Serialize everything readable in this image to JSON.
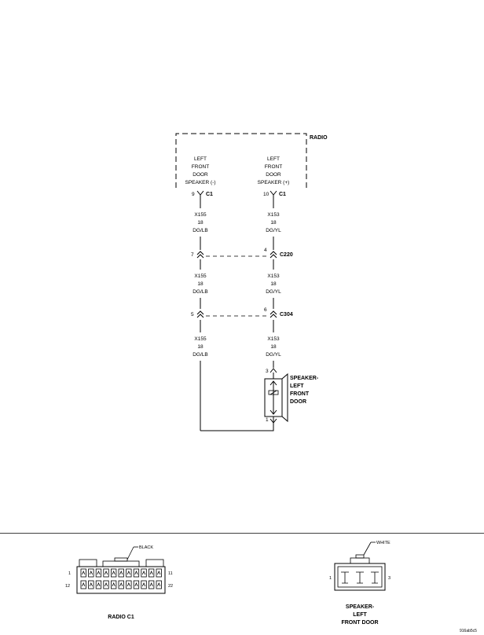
{
  "radio": {
    "label": "RADIO",
    "connector": "C1",
    "neg_label": [
      "LEFT",
      "FRONT",
      "DOOR",
      "SPEAKER (-)"
    ],
    "pos_label": [
      "LEFT",
      "FRONT",
      "DOOR",
      "SPEAKER (+)"
    ],
    "neg_pin": "9",
    "pos_pin": "10"
  },
  "wires": {
    "neg": [
      "X155",
      "18",
      "DG/LB"
    ],
    "pos": [
      "X153",
      "18",
      "DG/YL"
    ]
  },
  "c220": {
    "name": "C220",
    "neg_pin": "7",
    "pos_pin": "4"
  },
  "c304": {
    "name": "C304",
    "neg_pin": "5",
    "pos_pin": "6"
  },
  "speaker": {
    "label": [
      "SPEAKER-",
      "LEFT",
      "FRONT",
      "DOOR"
    ],
    "top_pin": "3",
    "bottom_pin": "1"
  },
  "radio_c1_view": {
    "title": "RADIO C1",
    "color": "BLACK",
    "pin_tl": "1",
    "pin_tr": "11",
    "pin_bl": "12",
    "pin_br": "22"
  },
  "speaker_view": {
    "title": [
      "SPEAKER-",
      "LEFT",
      "FRONT DOOR"
    ],
    "color": "WHITE",
    "pin_left": "1",
    "pin_right": "3"
  },
  "figure_id": "916ab5c5"
}
